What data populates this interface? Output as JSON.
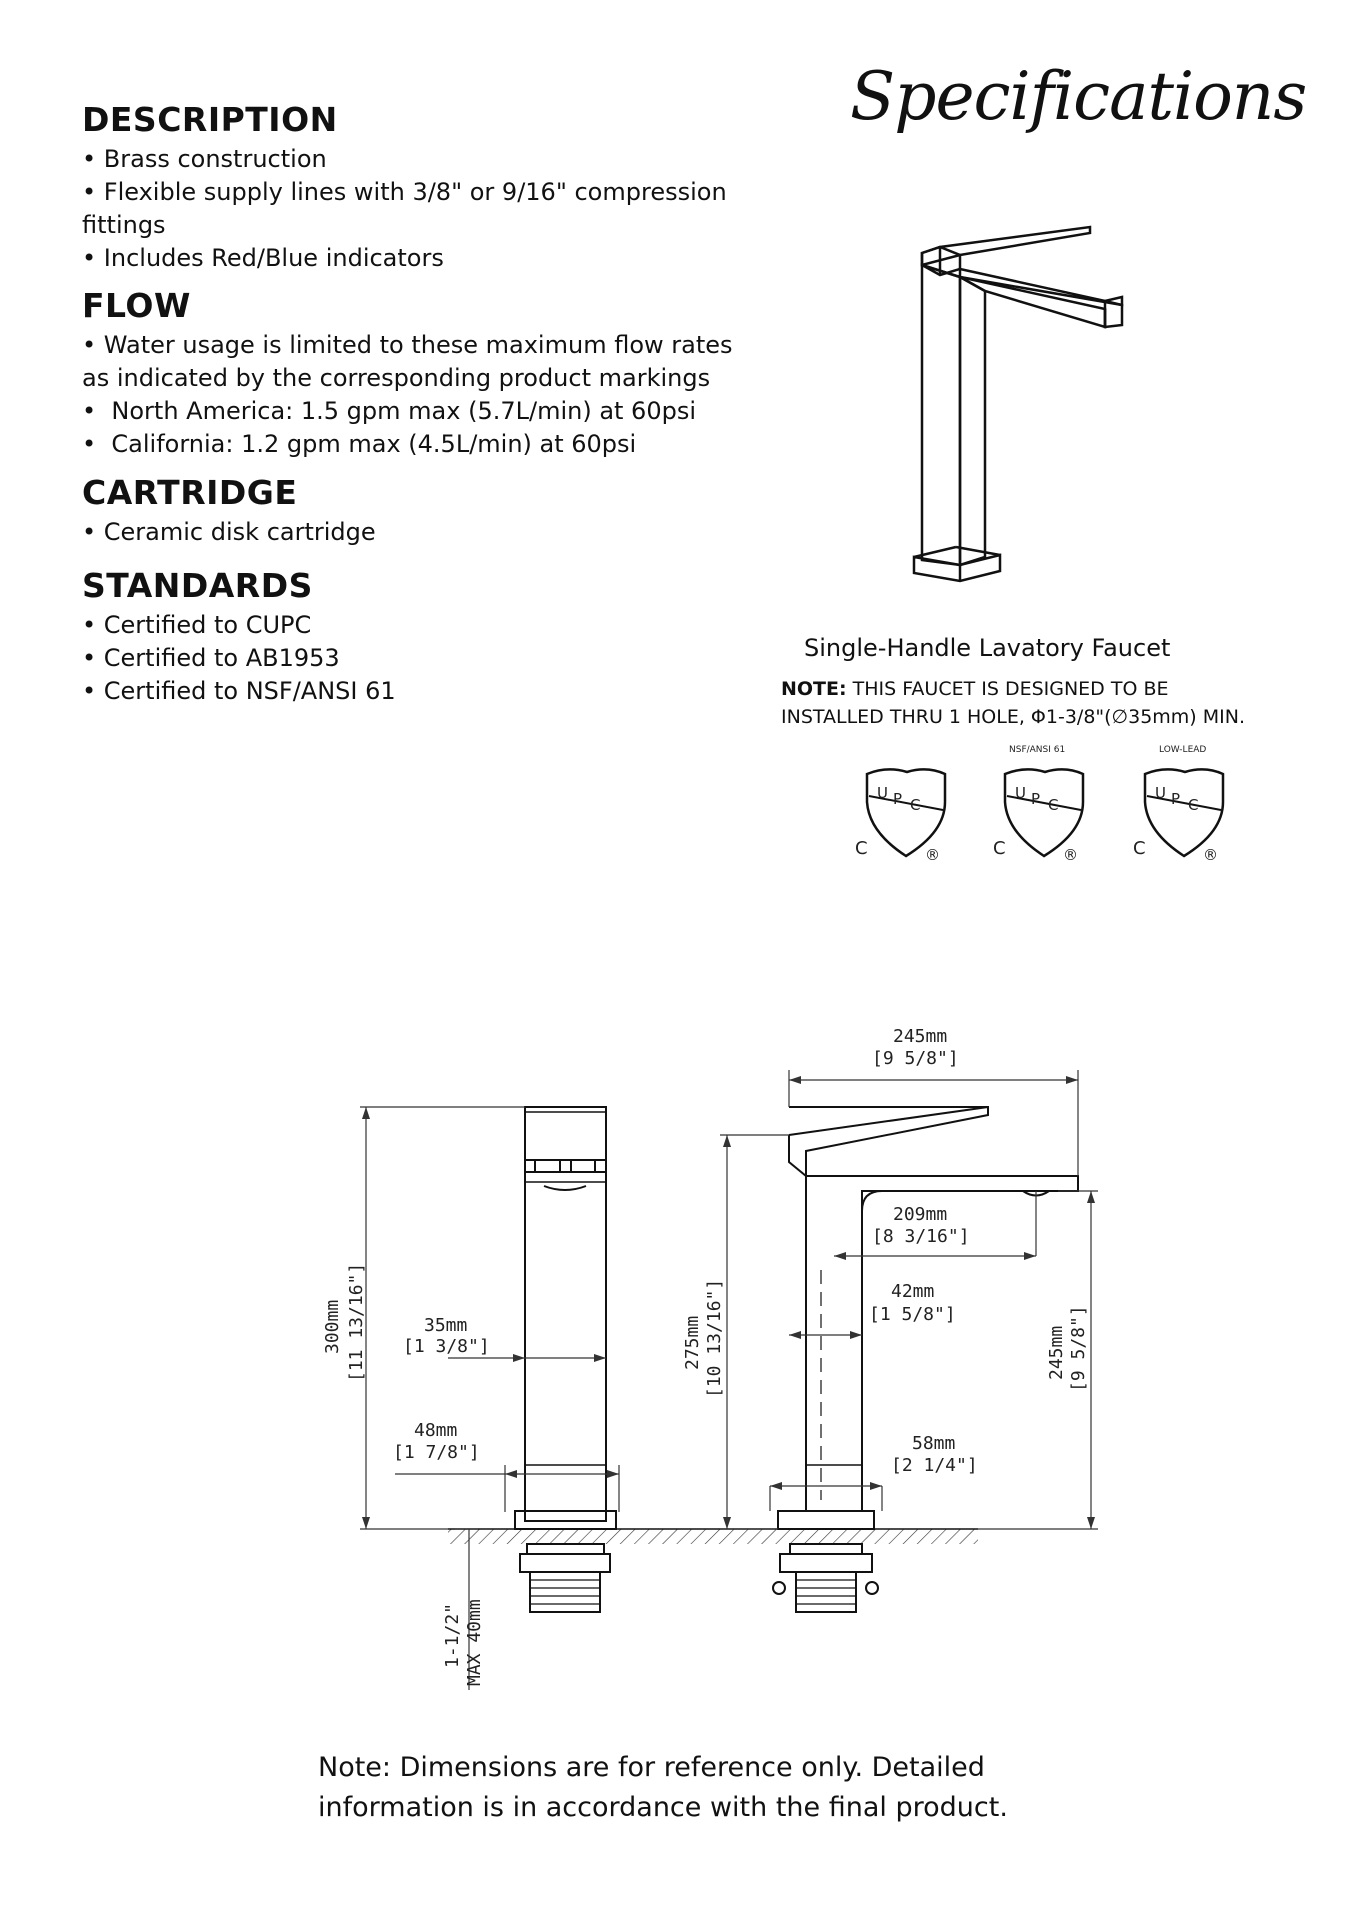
{
  "title": "Specifications",
  "sections": {
    "description": {
      "heading": "DESCRIPTION",
      "lines": [
        "• Brass construction",
        "• Flexible supply lines with 3/8\" or 9/16\" compression",
        "fittings",
        "• Includes Red/Blue indicators"
      ]
    },
    "flow": {
      "heading": "FLOW",
      "lines": [
        "• Water usage is limited to these maximum flow rates",
        "as indicated by the corresponding product markings",
        "•  North America: 1.5 gpm max (5.7L/min) at 60psi",
        "•  California: 1.2 gpm max (4.5L/min) at 60psi"
      ]
    },
    "cartridge": {
      "heading": "CARTRIDGE",
      "lines": [
        "• Ceramic disk cartridge"
      ]
    },
    "standards": {
      "heading": "STANDARDS",
      "lines": [
        "• Certified to CUPC",
        "• Certified to AB1953",
        "• Certified to NSF/ANSI 61"
      ]
    }
  },
  "product": {
    "caption": "Single-Handle Lavatory Faucet",
    "note_label": "NOTE:",
    "note_line1": " THIS FAUCET IS DESIGNED TO BE",
    "note_line2": "INSTALLED THRU 1 HOLE, Φ1-3/8\"(∅35mm) MIN."
  },
  "cert_marks": [
    {
      "label": "",
      "letters": {
        "u": "U",
        "p": "P",
        "c": "C",
        "left_c": "C",
        "reg": "®"
      }
    },
    {
      "label": "NSF/ANSI 61",
      "letters": {
        "u": "U",
        "p": "P",
        "c": "C",
        "left_c": "C",
        "reg": "®"
      }
    },
    {
      "label": "LOW-LEAD",
      "letters": {
        "u": "U",
        "p": "P",
        "c": "C",
        "left_c": "C",
        "reg": "®"
      }
    }
  ],
  "dimensions": {
    "height_total_mm": "300mm",
    "height_total_in": "[11 13/16\"]",
    "base_dia_mm": "35mm",
    "base_dia_in": "[1 3/8\"]",
    "body_width_mm": "48mm",
    "body_width_in": "[1 7/8\"]",
    "spout_height_mm": "275mm",
    "spout_height_in": "[10 13/16\"]",
    "overall_length_mm": "245mm",
    "overall_length_in": "[9 5/8\"]",
    "reach_mm": "209mm",
    "reach_in": "[8 3/16\"]",
    "body_depth_mm": "42mm",
    "body_depth_in": "[1 5/8\"]",
    "outlet_height_mm": "245mm",
    "outlet_height_in": "[9 5/8\"]",
    "base_plate_mm": "58mm",
    "base_plate_in": "[2 1/4\"]",
    "deck_in": "1-1/2\"",
    "deck_mm": "MAX 40mm"
  },
  "footer": {
    "line1": "Note: Dimensions are for reference only. Detailed",
    "line2": "information is in accordance with the final product."
  }
}
